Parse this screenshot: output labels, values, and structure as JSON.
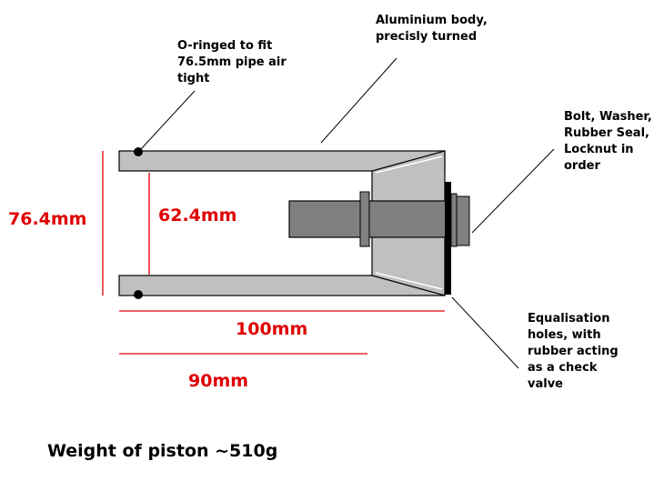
{
  "annotations": {
    "oring": "O-ringed to fit\n76.5mm pipe air\ntight",
    "body": "Aluminium body,\nprecisly turned",
    "bolt": "Bolt, Washer,\nRubber Seal,\nLocknut in\norder",
    "holes": "Equalisation\nholes, with\nrubber acting\nas a check\nvalve"
  },
  "dimensions": {
    "outer": "76.4mm",
    "inner": "62.4mm",
    "length": "100mm",
    "inner_length": "90mm"
  },
  "footer": "Weight of piston ~510g",
  "colors": {
    "body": "#c0c0c0",
    "bolt": "#808080",
    "dimension": "#e00000",
    "seal": "#000000"
  }
}
